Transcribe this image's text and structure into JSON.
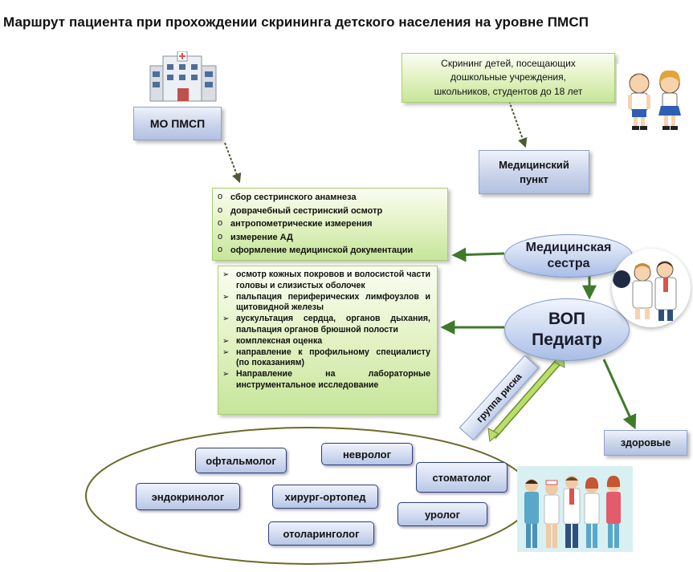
{
  "title": "Маршрут пациента при прохождении скрининга детского населения на уровне ПМСП",
  "mo_pmsp": "МО ПМСП",
  "screening": {
    "lines": [
      "Скрининг детей, посещающих",
      "дошкольные учреждения,",
      "школьников, студентов до 18 лет"
    ]
  },
  "med_point": {
    "line1": "Медицинский",
    "line2": "пункт"
  },
  "nurse_tasks": [
    "сбор сестринского  анамнеза",
    "доврачебный сестринский  осмотр",
    "антропометрические  измерения",
    "измерение АД",
    "оформление медицинской  документации"
  ],
  "doctor_tasks": [
    "осмотр кожных покровов и волосистой части головы и слизистых оболочек",
    "пальпация периферических лимфоузлов и щитовидной железы",
    "аускультация сердца, органов дыхания, пальпация органов брюшной полости",
    "комплексная  оценка",
    "направление к профильному специалисту  (по показаниям)",
    "Направление на лабораторные инструментальное  исследование"
  ],
  "nurse": {
    "line1": "Медицинская",
    "line2": "сестра"
  },
  "doctor": {
    "line1": "ВОП",
    "line2": "Педиатр"
  },
  "risk_group": "группа риска",
  "healthy": "здоровые",
  "specialists": {
    "ophthalmologist": "офтальмолог",
    "neurologist": "невролог",
    "dentist": "стоматолог",
    "endocrinologist": "эндокринолог",
    "orthopedic_surgeon": "хирург-ортопед",
    "urologist": "уролог",
    "otolaryngologist": "отоларинголог"
  },
  "colors": {
    "box_blue": "#c9d3ea",
    "box_green": "#d8ecb2",
    "arrow_green": "#4a7d2c",
    "arrow_grey": "#5a6b3c",
    "risk_arrow": "#a8d05a"
  }
}
